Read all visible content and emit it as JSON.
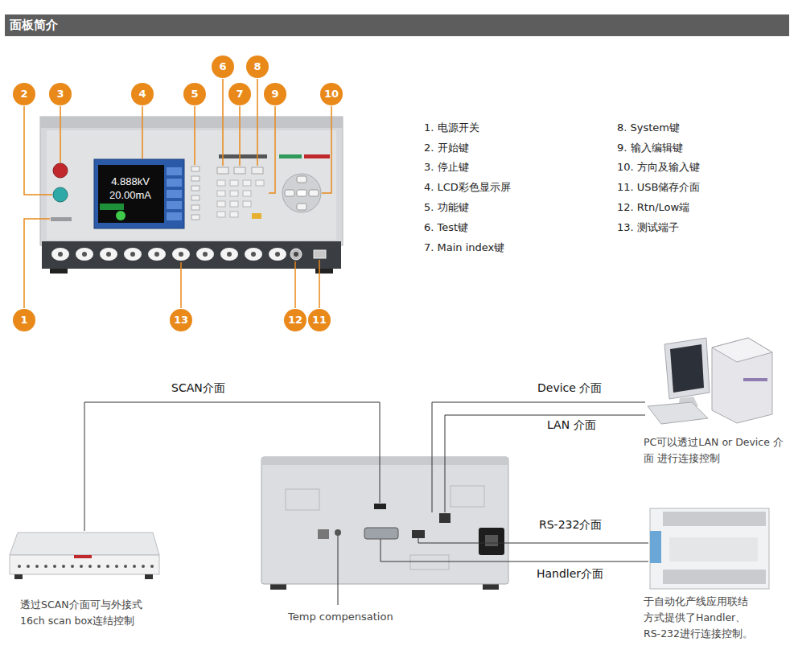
{
  "diagram": {
    "title": "面板简介",
    "labels": [
      "1",
      "2",
      "3",
      "4",
      "5",
      "6",
      "7",
      "8",
      "9",
      "10",
      "11",
      "12",
      "13",
      "4.888kV",
      "20.00mA",
      "1. 电源开关",
      "2. 开始键",
      "3. 停止键",
      "4. LCD彩色显示屏",
      "5. 功能键",
      "6. Test键",
      "7. Main index键",
      "8. System键",
      "9. 输入编辑键",
      "10. 方向及输入键",
      "11. USB储存介面",
      "12. Rtn/Low端",
      "13. 测试端子",
      "SCAN介面",
      "Device 介面",
      "LAN 介面",
      "RS-232介面",
      "Handler介面",
      "Temp compensation",
      "透过SCAN介面可与外接式16ch scan box连结控制",
      "PC可以透过LAN or Device 介面 进行连接控制",
      "于自动化产线应用联结方式提供了Handler、RS-232进行连接控制。"
    ]
  }
}
